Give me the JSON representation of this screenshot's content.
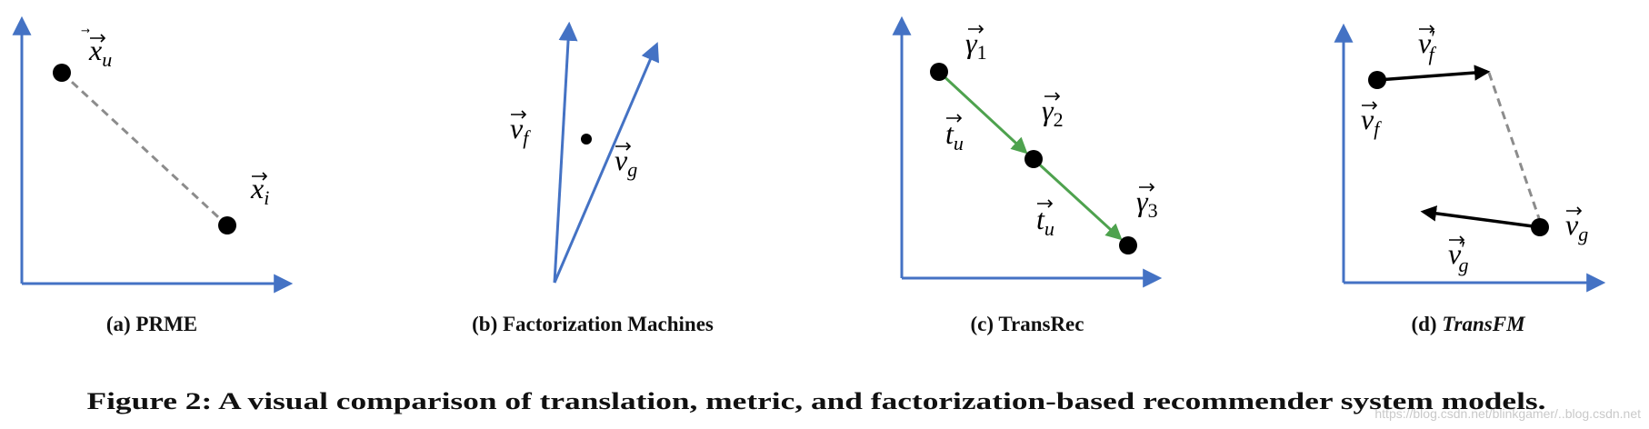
{
  "panels": {
    "a": {
      "caption": "(a) PRME",
      "labels": {
        "xu_base": "x",
        "xu_sub": "u",
        "xi_base": "x",
        "xi_sub": "i"
      }
    },
    "b": {
      "caption": "(b) Factorization Machines",
      "labels": {
        "vf_base": "v",
        "vf_sub": "f",
        "vg_base": "v",
        "vg_sub": "g"
      }
    },
    "c": {
      "caption": "(c) TransRec",
      "labels": {
        "g1_base": "γ",
        "g1_sub": "1",
        "g2_base": "γ",
        "g2_sub": "2",
        "g3_base": "γ",
        "g3_sub": "3",
        "t1_base": "t",
        "t1_sub": "u",
        "t2_base": "t",
        "t2_sub": "u"
      }
    },
    "d": {
      "caption_prefix": "(d) ",
      "caption_italic": "TransFM",
      "labels": {
        "vfp_base": "v",
        "vfp_prime": "′",
        "vfp_sub": "f",
        "vf_base": "v",
        "vf_sub": "f",
        "vg_base": "v",
        "vg_sub": "g",
        "vgp_base": "v",
        "vgp_prime": "′",
        "vgp_sub": "g"
      }
    }
  },
  "figure_caption": "Figure 2: A visual comparison of translation, metric, and factorization-based recommender system models.",
  "watermark": "https://blog.csdn.net/blinkgamer/..blog.csdn.net",
  "colors": {
    "axis": "#4472c4",
    "green_arrow": "#4ea24e",
    "dashed": "#8c8c8c",
    "point": "#000000"
  }
}
